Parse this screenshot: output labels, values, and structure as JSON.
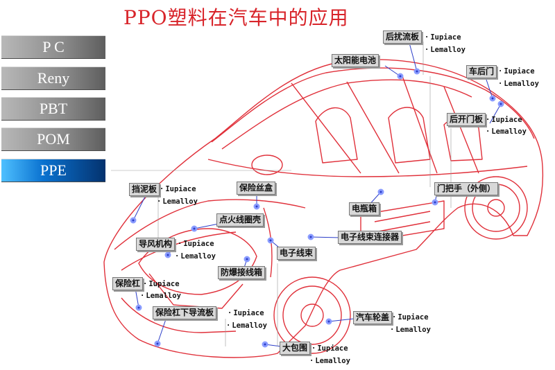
{
  "title": "PPO塑料在汽车中的应用",
  "sidebar": {
    "items": [
      {
        "label": "P C",
        "active": false
      },
      {
        "label": "Reny",
        "active": false
      },
      {
        "label": "PBT",
        "active": false
      },
      {
        "label": "POM",
        "active": false
      },
      {
        "label": "PPE",
        "active": true
      }
    ]
  },
  "parts": {
    "rear_spoiler": {
      "name": "后扰流板",
      "m1": "Iupiace",
      "m2": "Lemalloy"
    },
    "solar_battery": {
      "name": "太阳能电池"
    },
    "rear_door": {
      "name": "车后门",
      "m1": "Iupiace",
      "m2": "Lemalloy"
    },
    "tailgate": {
      "name": "后开门板",
      "m1": "Iupiace",
      "m2": "Lemalloy"
    },
    "fender": {
      "name": "挡泥板",
      "m1": "Iupiace",
      "m2": "Lemalloy"
    },
    "fuse_box": {
      "name": "保险丝盒"
    },
    "door_handle": {
      "name": "门把手（外侧）"
    },
    "battery_box": {
      "name": "电瓶箱"
    },
    "ignition_coil": {
      "name": "点火线圈壳"
    },
    "wire_connector": {
      "name": "电子线束连接器"
    },
    "air_guide": {
      "name": "导风机构",
      "m1": "Iupiace",
      "m2": "Lemalloy"
    },
    "electric_wire": {
      "name": "电子线束"
    },
    "explosion_box": {
      "name": "防爆接线箱"
    },
    "bumper": {
      "name": "保险杠",
      "m1": "Iupiace",
      "m2": "Lemalloy"
    },
    "bumper_deflector": {
      "name": "保险杠下导流板",
      "m1": "Iupiace",
      "m2": "Lemalloy"
    },
    "wheel_cover": {
      "name": "汽车轮盖",
      "m1": "Iupiace",
      "m2": "Lemalloy"
    },
    "big_cover": {
      "name": "大包围",
      "m1": "Iupiace",
      "m2": "Lemalloy"
    }
  },
  "colors": {
    "title": "#d8242a",
    "car_line": "#e0303a",
    "leader": "#2a3cc8",
    "marker": "#8a9cff"
  }
}
